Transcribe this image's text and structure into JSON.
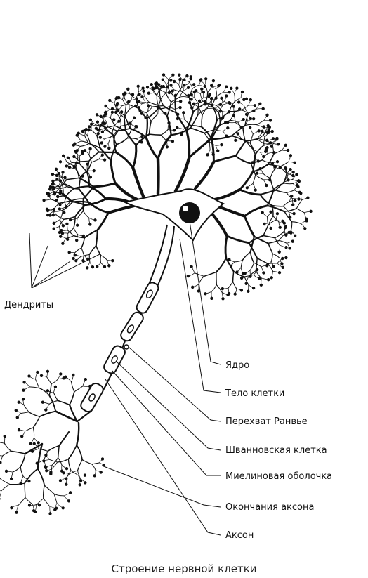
{
  "labels": {
    "dendrites": "Дендриты",
    "nucleus": "Ядро",
    "cell_body": "Тело клетки",
    "node_of_ranvier": "Перехват Ранвье",
    "schwann_cell": "Шванновская клетка",
    "myelin_sheath": "Миелиновая оболочка",
    "axon_terminals": "Окончания аксона",
    "axon": "Аксон"
  },
  "caption": "Строение нервной клетки",
  "colors": {
    "ink": "#111111",
    "paper": "#ffffff"
  }
}
